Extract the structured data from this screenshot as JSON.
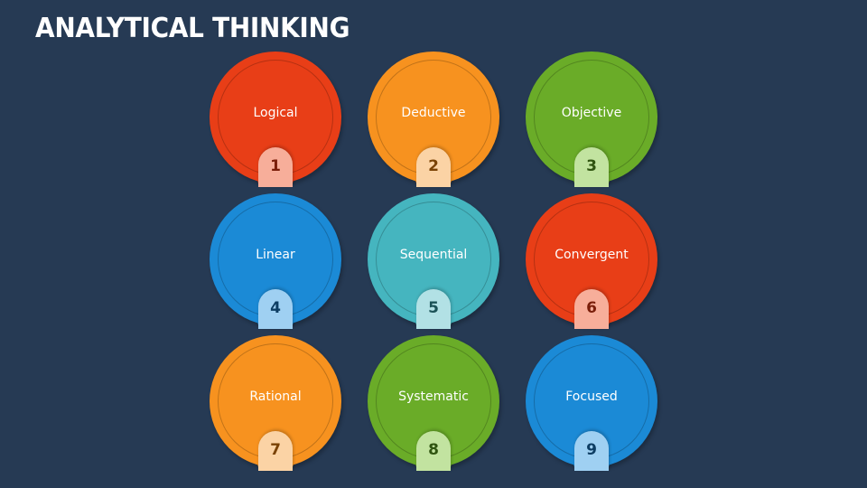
{
  "title": "ANALYTICAL THINKING",
  "items": [
    {
      "label": "Logical",
      "number": "1",
      "color": "#e83e17",
      "tab": "#f7ae9a",
      "num_color": "#7a1e0a"
    },
    {
      "label": "Deductive",
      "number": "2",
      "color": "#f7921f",
      "tab": "#fbd3a5",
      "num_color": "#7a4204"
    },
    {
      "label": "Objective",
      "number": "3",
      "color": "#6aac28",
      "tab": "#c2e3a0",
      "num_color": "#2f5410"
    },
    {
      "label": "Linear",
      "number": "4",
      "color": "#1b8ad6",
      "tab": "#9fd0f2",
      "num_color": "#0d3d63"
    },
    {
      "label": "Sequential",
      "number": "5",
      "color": "#45b5bf",
      "tab": "#b2e1e5",
      "num_color": "#1a5257"
    },
    {
      "label": "Convergent",
      "number": "6",
      "color": "#e83e17",
      "tab": "#f7ae9a",
      "num_color": "#7a1e0a"
    },
    {
      "label": "Rational",
      "number": "7",
      "color": "#f7921f",
      "tab": "#fbd3a5",
      "num_color": "#7a4204"
    },
    {
      "label": "Systematic",
      "number": "8",
      "color": "#6aac28",
      "tab": "#c2e3a0",
      "num_color": "#2f5410"
    },
    {
      "label": "Focused",
      "number": "9",
      "color": "#1b8ad6",
      "tab": "#9fd0f2",
      "num_color": "#0d3d63"
    }
  ]
}
